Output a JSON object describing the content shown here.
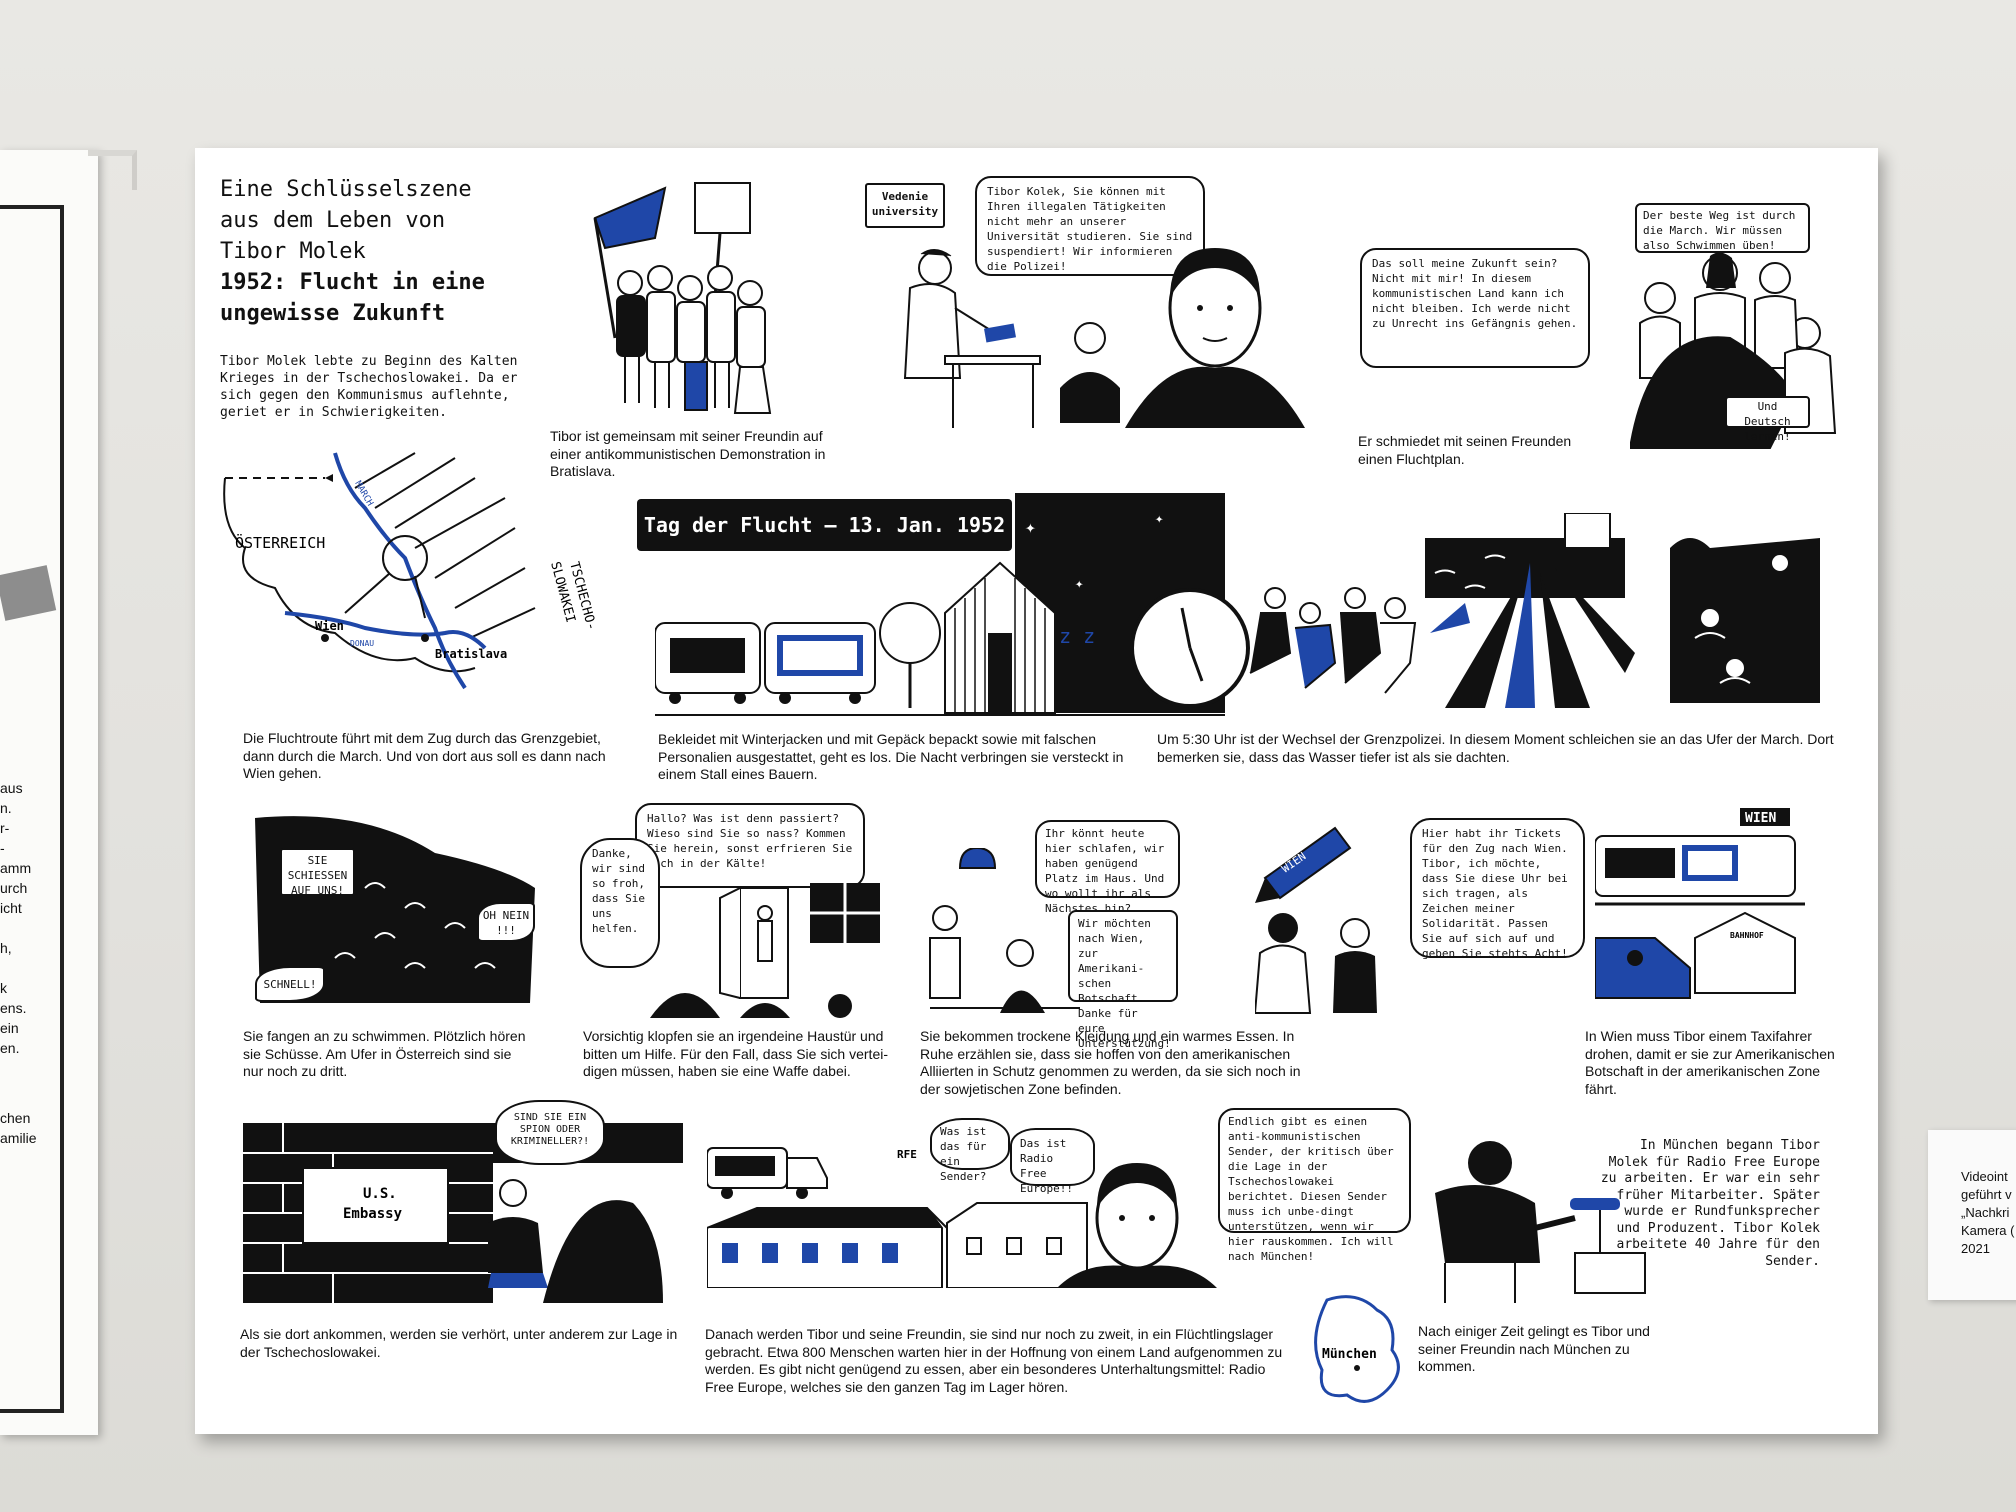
{
  "left_board": {
    "fragments": [
      "aus",
      "n.",
      "r-",
      "-",
      "amm",
      "urch",
      "icht",
      "h,",
      "k",
      "ens.",
      "ein",
      "en.",
      "chen",
      "amilie"
    ]
  },
  "right_card": {
    "lines": [
      "Videoint",
      "geführt v",
      "„Nachkri",
      "Kamera (",
      "2021"
    ]
  },
  "poster": {
    "title_line1": "Eine Schlüsselszene",
    "title_line2": "aus dem Leben von",
    "title_line3": "Tibor Molek",
    "title_bold1": "1952: Flucht in eine",
    "title_bold2": "ungewisse Zukunft",
    "intro": "Tibor Molek lebte zu Beginn des Kalten Krieges in der Tschechoslowakei. Da er sich gegen den Kommunismus auflehnte, geriet er in Schwierigkeiten.",
    "banner": "Tag der Flucht – 13. Jan. 1952",
    "captions": {
      "demo": "Tibor ist gemeinsam mit seiner Freundin auf einer antikommunistischen Demonstration in Bratislava.",
      "plan": "Er schmiedet mit seinen Freunden einen Fluchtplan.",
      "route": "Die Fluchtroute führt mit dem Zug durch das Grenzgebiet, dann durch die March. Und von dort aus soll es dann nach Wien gehen.",
      "stable": "Bekleidet mit Winterjacken und mit Gepäck bepackt sowie mit falschen Personalien ausgestattet, geht es los. Die Nacht verbringen sie versteckt in einem Stall eines Bauern.",
      "border": "Um 5:30 Uhr ist der Wechsel der Grenzpolizei. In diesem Moment schleichen sie an das Ufer der March. Dort bemerken sie, dass das Wasser tiefer ist als sie dachten.",
      "swim": "Sie fangen an zu schwimmen. Plötzlich hören sie Schüsse. Am Ufer in Österreich sind sie nur noch zu dritt.",
      "door": "Vorsichtig klopfen sie an irgendeine Haustür und bitten um Hilfe. Für den Fall, dass Sie sich vertei-digen müssen, haben sie eine Waffe dabei.",
      "food": "Sie bekommen trockene Kleidung und ein warmes Essen. In Ruhe erzählen sie, dass sie hoffen von den amerikanischen Alliierten in Schutz genommen zu werden, da sie sich noch in der sowjetischen Zone befinden.",
      "taxi": "In Wien muss Tibor einem Taxifahrer drohen, damit er sie zur Amerikanischen Botschaft in der amerikanischen Zone fährt.",
      "embassy": "Als sie dort ankommen, werden sie verhört, unter anderem zur Lage in der Tschechoslowakei.",
      "camp": "Danach werden Tibor und seine Freundin, sie sind nur noch zu zweit, in ein Flüchtlingslager gebracht. Etwa 800 Menschen warten hier in der Hoffnung von einem Land aufgenommen zu werden. Es gibt nicht genügend zu essen, aber ein besonderes Unterhaltungsmittel: Radio Free Europe, welches sie den ganzen Tag im Lager hören.",
      "munich_move": "Nach einiger Zeit gelingt es Tibor und seiner Freundin nach München zu kommen.",
      "munich_job": "In München begann Tibor Molek für Radio Free Europe zu arbeiten. Er war ein sehr früher Mitarbeiter. Später wurde er Rundfunksprecher und Produzent. Tibor Kolek arbeitete 40 Jahre für den Sender."
    },
    "bubbles": {
      "university_sign": "Vedenie university",
      "suspension": "Tibor Kolek, Sie können mit Ihren illegalen Tätigkeiten nicht mehr an unserer Universität studieren. Sie sind suspendiert! Wir informieren die Polizei!",
      "future": "Das soll meine Zukunft sein? Nicht mit mir! In diesem kommunistischen Land kann ich nicht bleiben. Ich werde nicht zu Unrecht ins Gefängnis gehen.",
      "best_way": "Der beste Weg ist durch die March. Wir müssen also Schwimmen üben!",
      "german": "Und Deutsch lernen!",
      "shooting": "SIE SCHIESSEN AUF UNS!",
      "faster": "SCHNELL!",
      "oh_no": "OH NEIN !!!",
      "hello": "Hallo? Was ist denn passiert? Wieso sind Sie so nass? Kommen Sie herein, sonst erfrieren Sie noch in der Kälte!",
      "thanks": "Danke, wir sind so froh, dass Sie uns helfen.",
      "sleep_here": "Ihr könnt heute hier schlafen, wir haben genügend Platz im Haus. Und wo wollt ihr als Nächstes hin?",
      "to_vienna": "Wir möchten nach Wien, zur Amerikani-schen Botschaft. Danke für eure Unterstützung!",
      "tickets": "Hier habt ihr Tickets für den Zug nach Wien. Tibor, ich möchte, dass Sie diese Uhr bei sich tragen, als Zeichen meiner Solidarität. Passen Sie auf sich auf und geben Sie stehts Acht!",
      "spy": "SIND SIE EIN SPION ODER KRIMINELLER?!",
      "sender": "Was ist das für ein Sender?",
      "rfe": "Das ist Radio Free Europe!!",
      "anti_sender": "Endlich gibt es einen anti-kommunistischen Sender, der kritisch über die Lage in der Tschechoslowakei berichtet. Diesen Sender muss ich unbe-dingt unterstützen, wenn wir hier rauskommen. Ich will nach München!"
    },
    "map": {
      "austria": "ÖSTERREICH",
      "march": "MARCH",
      "czech1": "TSCHECHO-",
      "czech2": "SLOWAKEI",
      "wien": "Wien",
      "donau": "DONAU",
      "bratislava": "Bratislava"
    },
    "signs": {
      "wien_sign": "WIEN",
      "bahnhof": "BAHNHOF",
      "ticket": "WIEN",
      "embassy_sign_line1": "U.S.",
      "embassy_sign_line2": "Embassy",
      "rfe_small": "RFE",
      "munich": "München",
      "zzz": "z z z"
    },
    "colors": {
      "accent_blue": "#1f47a8",
      "ink": "#111111",
      "paper": "#ffffff"
    }
  }
}
